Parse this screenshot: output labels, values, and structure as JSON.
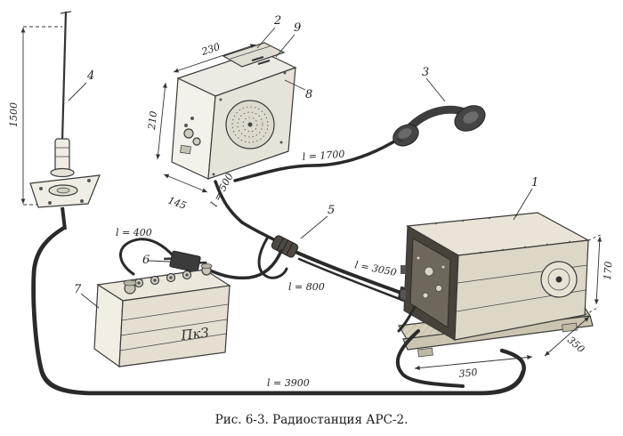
{
  "figure": {
    "caption": "Рис. 6-3. Радиостанция АРС-2."
  },
  "callouts": {
    "c1": "1",
    "c2": "2",
    "c3": "3",
    "c4": "4",
    "c5": "5",
    "c6": "6",
    "c7": "7",
    "c8": "8",
    "c9": "9"
  },
  "dims": {
    "antenna_height": "1500",
    "box_width": "230",
    "box_height": "210",
    "box_depth": "145",
    "cable_handset": "l = 1700",
    "cable_box": "l = 500",
    "cable_battery": "l = 400",
    "cable_junction": "l = 800",
    "cable_main": "l = 3050",
    "cable_ground": "l = 3900",
    "radio_height": "170",
    "radio_side": "350",
    "radio_front": "350"
  },
  "battery": {
    "marking": "ПкЗ"
  }
}
